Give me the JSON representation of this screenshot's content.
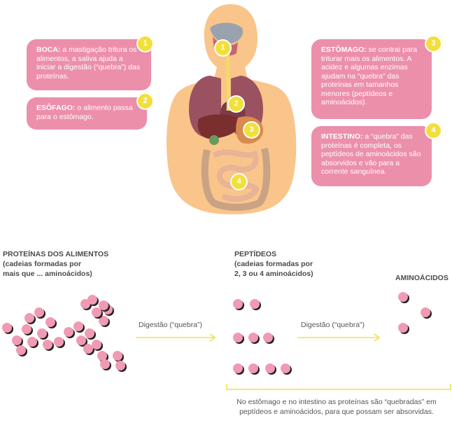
{
  "cards": [
    {
      "id": "boca",
      "title": "BOCA:",
      "text": " a mastigação tritura os alimentos, a saliva ajuda a iniciar a digestão (“quebra”) das proteínas.",
      "badge": "1"
    },
    {
      "id": "esofago",
      "title": "ESÔFAGO:",
      "text": " o alimento passa para o estômago.",
      "badge": "2"
    },
    {
      "id": "estomago",
      "title": "ESTÔMAGO:",
      "text": " se contrai para triturar mais os alimentos. A acidez e algumas enzimas ajudam na “quebra” das proteínas em tamanhos menores (peptídeos e aminoácidos).",
      "badge": "3"
    },
    {
      "id": "intestino",
      "title": "INTESTINO:",
      "text": " a “quebra” das proteínas é completa, os peptídeos de aminoácidos são absorvidos e vão para a corrente sanguínea.",
      "badge": "4"
    }
  ],
  "body_markers": [
    "1",
    "2",
    "3",
    "4"
  ],
  "headings": {
    "proteins_title": "PROTEÍNAS DOS ALIMENTOS",
    "proteins_sub1": "(cadeias formadas por",
    "proteins_sub2": "mais que ... aminoácidos)",
    "peptides_title": "PEPTÍDEOS",
    "peptides_sub1": "(cadeias formadas por",
    "peptides_sub2": "2, 3 ou 4 aminoácidos)",
    "amino_title": "AMINOÁCIDOS"
  },
  "arrows": {
    "first_label": "Digestão (“quebra”)",
    "second_label": "Digestão (“quebra”)"
  },
  "caption": {
    "line1": "No estômago e no intestino as proteínas são “quebradas” em",
    "line2": "peptídeos e aminoácidos, para que possam ser absorvidas."
  },
  "colors": {
    "card": "#ec8fab",
    "badge": "#f3df3c",
    "skin": "#f9c58b",
    "amino_bead": "#f19ab4",
    "arrow": "#f3df3c"
  }
}
